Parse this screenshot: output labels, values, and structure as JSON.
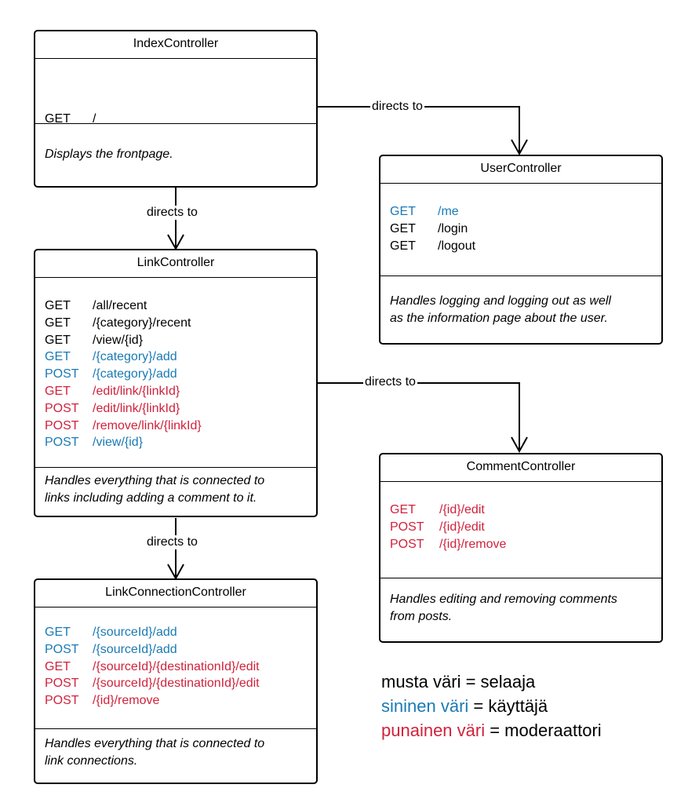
{
  "colors": {
    "black": "#000000",
    "blue": "#1a7ab5",
    "red": "#d0223c"
  },
  "edges": {
    "index_to_user": "directs to",
    "index_to_link": "directs to",
    "link_to_comment": "directs to",
    "link_to_connection": "directs to"
  },
  "boxes": {
    "index": {
      "title": "IndexController",
      "routes": [
        {
          "method": "GET",
          "path": "/",
          "role": "black"
        }
      ],
      "description": [
        "Displays the frontpage."
      ]
    },
    "user": {
      "title": "UserController",
      "routes": [
        {
          "method": "GET",
          "path": "/me",
          "role": "blue"
        },
        {
          "method": "GET",
          "path": "/login",
          "role": "black"
        },
        {
          "method": "GET",
          "path": "/logout",
          "role": "black"
        }
      ],
      "description": [
        "Handles logging and logging out as well",
        "as the information page about the user."
      ]
    },
    "link": {
      "title": "LinkController",
      "routes": [
        {
          "method": "GET",
          "path": "/all/recent",
          "role": "black"
        },
        {
          "method": "GET",
          "path": "/{category}/recent",
          "role": "black"
        },
        {
          "method": "GET",
          "path": "/view/{id}",
          "role": "black"
        },
        {
          "method": "GET",
          "path": "/{category}/add",
          "role": "blue"
        },
        {
          "method": "POST",
          "path": "/{category}/add",
          "role": "blue"
        },
        {
          "method": "GET",
          "path": "/edit/link/{linkId}",
          "role": "red"
        },
        {
          "method": "POST",
          "path": "/edit/link/{linkId}",
          "role": "red"
        },
        {
          "method": "POST",
          "path": "/remove/link/{linkId}",
          "role": "red"
        },
        {
          "method": "POST",
          "path": "/view/{id}",
          "role": "blue"
        }
      ],
      "description": [
        "Handles everything that is connected to",
        "links including adding a comment to it."
      ]
    },
    "comment": {
      "title": "CommentController",
      "routes": [
        {
          "method": "GET",
          "path": "/{id}/edit",
          "role": "red"
        },
        {
          "method": "POST",
          "path": "/{id}/edit",
          "role": "red"
        },
        {
          "method": "POST",
          "path": "/{id}/remove",
          "role": "red"
        }
      ],
      "description": [
        "Handles editing and removing comments",
        "from posts."
      ]
    },
    "connection": {
      "title": "LinkConnectionController",
      "routes": [
        {
          "method": "GET",
          "path": "/{sourceId}/add",
          "role": "blue"
        },
        {
          "method": "POST",
          "path": "/{sourceId}/add",
          "role": "blue"
        },
        {
          "method": "GET",
          "path": "/{sourceId}/{destinationId}/edit",
          "role": "red"
        },
        {
          "method": "POST",
          "path": "/{sourceId}/{destinationId}/edit",
          "role": "red"
        },
        {
          "method": "POST",
          "path": "/{id}/remove",
          "role": "red"
        }
      ],
      "description": [
        "Handles everything that is connected to",
        "link connections."
      ]
    }
  },
  "legend": [
    {
      "colored": "musta väri",
      "rest": " = selaaja",
      "role": "black"
    },
    {
      "colored": "sininen väri",
      "rest": " = käyttäjä",
      "role": "blue"
    },
    {
      "colored": "punainen väri",
      "rest": " = moderaattori",
      "role": "red"
    }
  ]
}
